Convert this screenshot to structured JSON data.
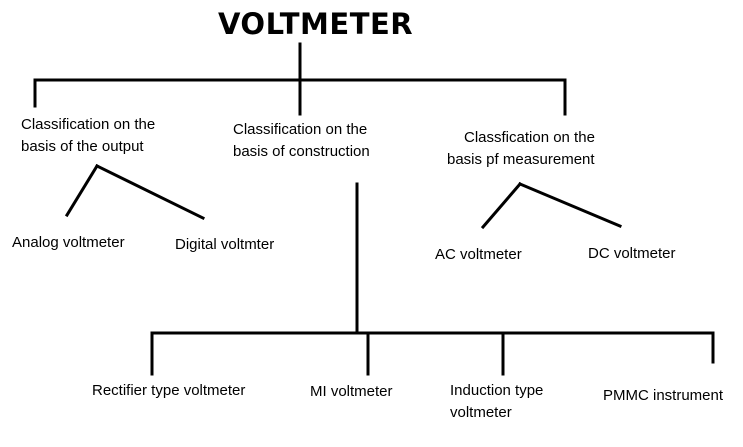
{
  "title": "VOLTMETER",
  "categories": {
    "output": {
      "line1": "Classification on the",
      "line2": "basis of the output",
      "children": {
        "analog": "Analog voltmeter",
        "digital": "Digital voltmter"
      }
    },
    "construction": {
      "line1": "Classification on the",
      "line2": "basis of construction",
      "children": {
        "rectifier": "Rectifier type voltmeter",
        "mi": "MI voltmeter",
        "induction_line1": "Induction type",
        "induction_line2": "voltmeter",
        "pmmc": "PMMC instrument"
      }
    },
    "measurement": {
      "line1": "Classfication on the",
      "line2": "basis pf measurement",
      "children": {
        "ac": "AC voltmeter",
        "dc": "DC voltmeter"
      }
    }
  },
  "colors": {
    "line": "#000000",
    "text": "#000000",
    "background": "#ffffff"
  }
}
